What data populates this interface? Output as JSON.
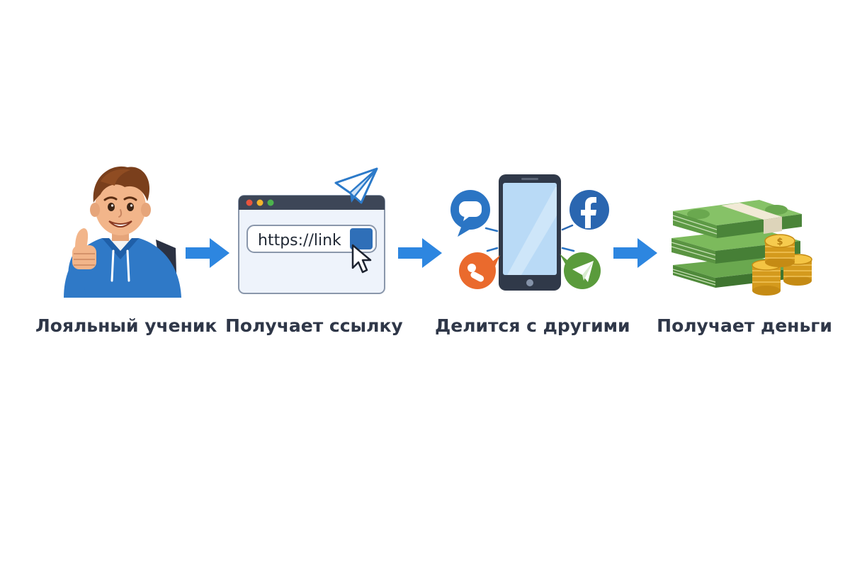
{
  "diagram": {
    "steps": [
      {
        "label": "Лояльный ученик",
        "icon": "student-thumbs-up-icon"
      },
      {
        "label": "Получает ссылку",
        "icon": "browser-link-icon",
        "url_text": "https://link"
      },
      {
        "label": "Делится с другими",
        "icon": "phone-share-icon"
      },
      {
        "label": "Получает деньги",
        "icon": "money-stack-icon"
      }
    ],
    "arrow_color": "#2d86e0",
    "label_color": "#2f3748"
  }
}
